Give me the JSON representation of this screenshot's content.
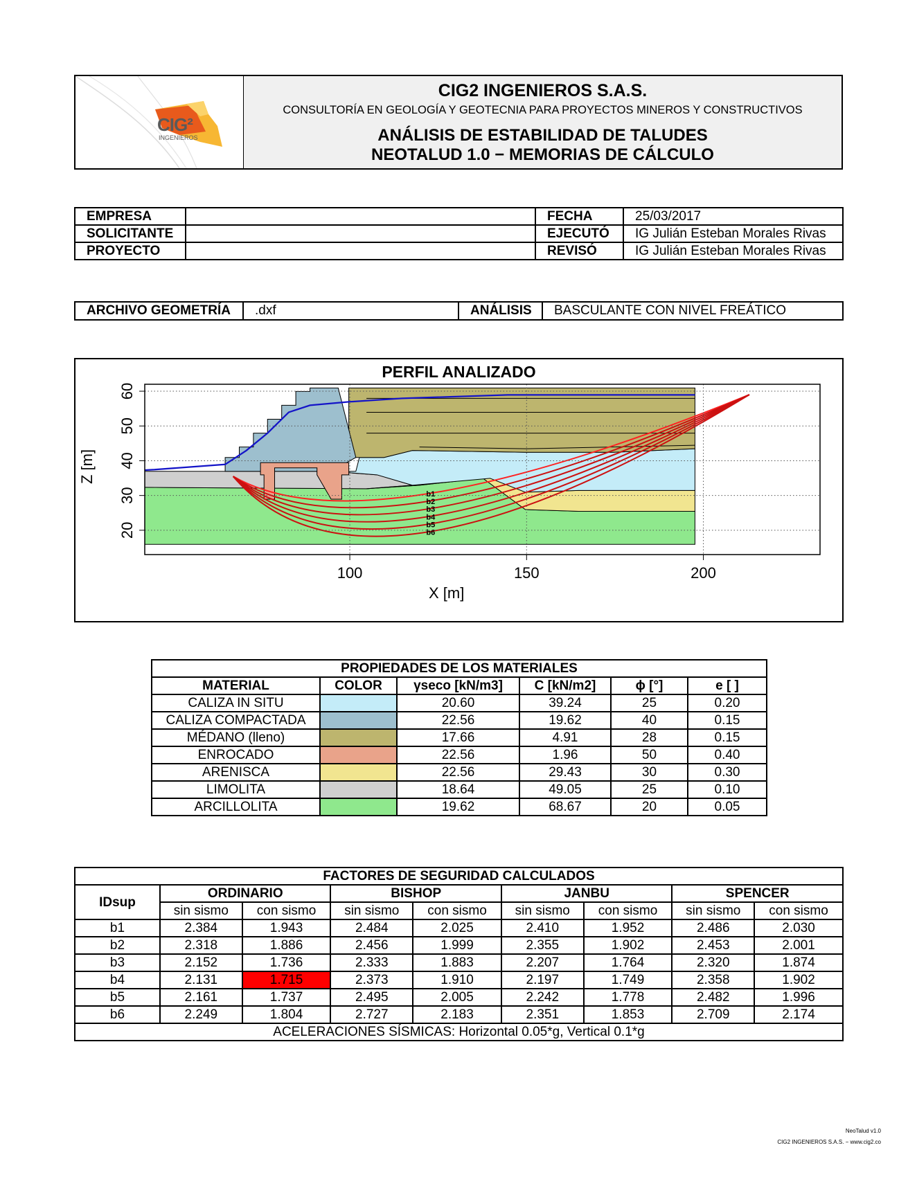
{
  "header": {
    "logo_text": "CIG²",
    "logo_sub": "INGENIEROS",
    "company": "CIG2 INGENIEROS S.A.S.",
    "tagline": "CONSULTORÍA EN GEOLOGÍA Y GEOTECNIA PARA PROYECTOS MINEROS Y CONSTRUCTIVOS",
    "title_line1": "ANÁLISIS DE ESTABILIDAD DE TALUDES",
    "title_line2": "NEOTALUD 1.0 − MEMORIAS DE CÁLCULO"
  },
  "info": {
    "empresa_label": "EMPRESA",
    "empresa_value": "",
    "solicitante_label": "SOLICITANTE",
    "solicitante_value": "",
    "proyecto_label": "PROYECTO",
    "proyecto_value": "",
    "fecha_label": "FECHA",
    "fecha_value": "25/03/2017",
    "ejecuto_label": "EJECUTÓ",
    "ejecuto_value": "IG Julián Esteban Morales Rivas",
    "reviso_label": "REVISÓ",
    "reviso_value": "IG Julián Esteban Morales Rivas"
  },
  "file": {
    "geometria_label": "ARCHIVO GEOMETRÍA",
    "geometria_value": ".dxf",
    "analisis_label": "ANÁLISIS",
    "analisis_value": "BASCULANTE CON NIVEL FREÁTICO"
  },
  "profile": {
    "title": "PERFIL ANALIZADO",
    "xlabel": "X [m]",
    "ylabel": "Z [m]",
    "xticks": [
      "100",
      "150",
      "200"
    ],
    "yticks": [
      "20",
      "30",
      "40",
      "50",
      "60"
    ],
    "surface_labels": [
      "b1",
      "b2",
      "b3",
      "b4",
      "b5",
      "b6"
    ]
  },
  "chart_data": {
    "type": "line",
    "title": "PERFIL ANALIZADO",
    "xlabel": "X [m]",
    "ylabel": "Z [m]",
    "xlim": [
      42,
      233
    ],
    "ylim": [
      13,
      62
    ],
    "grid": true,
    "series": [
      {
        "name": "b1",
        "x": [
          67,
          122,
          213
        ],
        "y": [
          35.5,
          30.5,
          59
        ]
      },
      {
        "name": "b2",
        "x": [
          67,
          122,
          213
        ],
        "y": [
          35.5,
          28.3,
          59
        ]
      },
      {
        "name": "b3",
        "x": [
          67,
          122,
          213
        ],
        "y": [
          35.5,
          26.1,
          59
        ]
      },
      {
        "name": "b4",
        "x": [
          67,
          122,
          213
        ],
        "y": [
          35.5,
          23.9,
          59
        ]
      },
      {
        "name": "b5",
        "x": [
          67,
          122,
          213
        ],
        "y": [
          35.5,
          21.7,
          59
        ]
      },
      {
        "name": "b6",
        "x": [
          67,
          122,
          213
        ],
        "y": [
          35.5,
          19.5,
          59
        ]
      }
    ]
  },
  "materials": {
    "title": "PROPIEDADES DE LOS MATERIALES",
    "headers": [
      "MATERIAL",
      "COLOR",
      "γseco [kN/m3]",
      "C [kN/m2]",
      "ϕ [°]",
      "e [ ]"
    ],
    "rows": [
      {
        "name": "CALIZA IN SITU",
        "color": "#c4ecf8",
        "gamma": "20.60",
        "c": "39.24",
        "phi": "25",
        "e": "0.20"
      },
      {
        "name": "CALIZA COMPACTADA",
        "color": "#9dbfce",
        "gamma": "22.56",
        "c": "19.62",
        "phi": "40",
        "e": "0.15"
      },
      {
        "name": "MÉDANO (lleno)",
        "color": "#bdb56e",
        "gamma": "17.66",
        "c": "4.91",
        "phi": "28",
        "e": "0.15"
      },
      {
        "name": "ENROCADO",
        "color": "#e9a38a",
        "gamma": "22.56",
        "c": "1.96",
        "phi": "50",
        "e": "0.40"
      },
      {
        "name": "ARENISCA",
        "color": "#f1e590",
        "gamma": "22.56",
        "c": "29.43",
        "phi": "30",
        "e": "0.30"
      },
      {
        "name": "LIMOLITA",
        "color": "#cfcfcf",
        "gamma": "18.64",
        "c": "49.05",
        "phi": "25",
        "e": "0.10"
      },
      {
        "name": "ARCILLOLITA",
        "color": "#8fe88d",
        "gamma": "19.62",
        "c": "68.67",
        "phi": "20",
        "e": "0.05"
      }
    ]
  },
  "factors": {
    "title": "FACTORES DE SEGURIDAD CALCULADOS",
    "id_header": "IDsup",
    "methods": [
      "ORDINARIO",
      "BISHOP",
      "JANBU",
      "SPENCER"
    ],
    "sub": [
      "sin sismo",
      "con sismo"
    ],
    "critical_color": "#ff0000",
    "rows": [
      {
        "id": "b1",
        "vals": [
          "2.384",
          "1.943",
          "2.484",
          "2.025",
          "2.410",
          "1.952",
          "2.486",
          "2.030"
        ]
      },
      {
        "id": "b2",
        "vals": [
          "2.318",
          "1.886",
          "2.456",
          "1.999",
          "2.355",
          "1.902",
          "2.453",
          "2.001"
        ]
      },
      {
        "id": "b3",
        "vals": [
          "2.152",
          "1.736",
          "2.333",
          "1.883",
          "2.207",
          "1.764",
          "2.320",
          "1.874"
        ]
      },
      {
        "id": "b4",
        "vals": [
          "2.131",
          "1.715",
          "2.373",
          "1.910",
          "2.197",
          "1.749",
          "2.358",
          "1.902"
        ],
        "critical_col": 1
      },
      {
        "id": "b5",
        "vals": [
          "2.161",
          "1.737",
          "2.495",
          "2.005",
          "2.242",
          "1.778",
          "2.482",
          "1.996"
        ]
      },
      {
        "id": "b6",
        "vals": [
          "2.249",
          "1.804",
          "2.727",
          "2.183",
          "2.351",
          "1.853",
          "2.709",
          "2.174"
        ]
      }
    ],
    "footer": "ACELERACIONES SÍSMICAS: Horizontal 0.05*g, Vertical 0.1*g"
  },
  "footer": {
    "line1": "NeoTalud v1.0",
    "line2": "CIG2 INGENIEROS S.A.S. − www.cig2.co"
  }
}
